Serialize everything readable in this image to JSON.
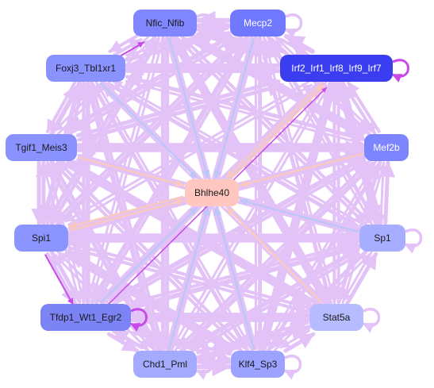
{
  "colors": {
    "edge_purple": "#e2c2f7",
    "edge_blue": "#bcc6f7",
    "edge_peach": "#f9c9c0",
    "edge_magenta": "#c84ae8",
    "central_fill": "#ffc7c0",
    "dark_label": "#1a1a1a",
    "light_label": "#ffffff"
  },
  "nodes": [
    {
      "id": "nfic",
      "label": "Nfic_Nfib",
      "fill": "#8086ff",
      "text": "dark",
      "self_loop": "right"
    },
    {
      "id": "mecp2",
      "label": "Mecp2",
      "fill": "#6f78ff",
      "text": "light",
      "self_loop": "right"
    },
    {
      "id": "irf",
      "label": "Irf2_Irf1_Irf8_Irf9_Irf7",
      "fill": "#3a3ef0",
      "text": "light",
      "self_loop": "right-strong"
    },
    {
      "id": "foxj3",
      "label": "Foxj3_Tbl1xr1",
      "fill": "#8a92ff",
      "text": "dark",
      "self_loop": "none"
    },
    {
      "id": "tgif1",
      "label": "Tgif1_Meis3",
      "fill": "#8a92ff",
      "text": "dark",
      "self_loop": "none"
    },
    {
      "id": "mef2b",
      "label": "Mef2b",
      "fill": "#7c84ff",
      "text": "light",
      "self_loop": "none"
    },
    {
      "id": "bhlhe40",
      "label": "Bhlhe40",
      "fill": "#ffc7c0",
      "text": "dark",
      "self_loop": "none"
    },
    {
      "id": "spi1",
      "label": "Spi1",
      "fill": "#8c94ff",
      "text": "dark",
      "self_loop": "none"
    },
    {
      "id": "sp1",
      "label": "Sp1",
      "fill": "#a7aeff",
      "text": "dark",
      "self_loop": "right"
    },
    {
      "id": "tfdp1",
      "label": "Tfdp1_Wt1_Egr2",
      "fill": "#7b83f5",
      "text": "dark",
      "self_loop": "right-strong"
    },
    {
      "id": "stat5a",
      "label": "Stat5a",
      "fill": "#b6bcff",
      "text": "dark",
      "self_loop": "right"
    },
    {
      "id": "chd1",
      "label": "Chd1_Pml",
      "fill": "#a4abff",
      "text": "dark",
      "self_loop": "right"
    },
    {
      "id": "klf4",
      "label": "Klf4_Sp3",
      "fill": "#9ba2ff",
      "text": "dark",
      "self_loop": "right"
    }
  ]
}
